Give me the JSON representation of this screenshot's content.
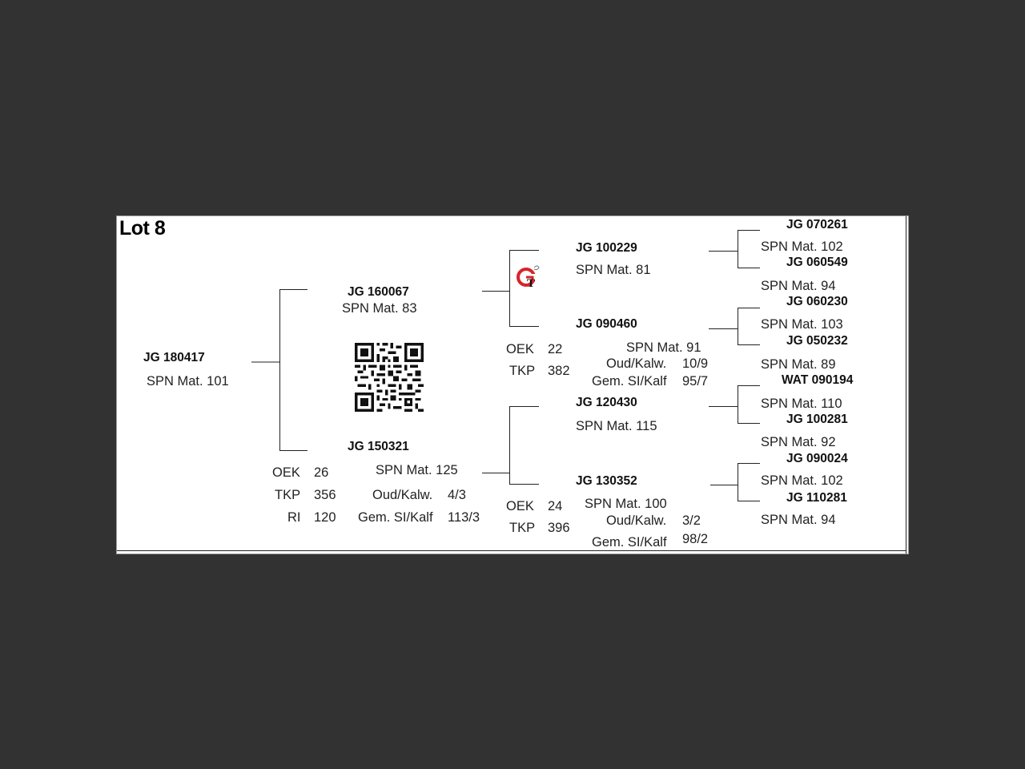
{
  "lot": {
    "title": "Lot 8"
  },
  "subject": {
    "id": "JG  180417",
    "spn": "SPN Mat. 101"
  },
  "sire": {
    "id": "JG  160067",
    "spn": "SPN Mat. 83"
  },
  "dam": {
    "id": "JG  150321",
    "spn": "SPN Mat. 125",
    "stats": {
      "oek_label": "OEK",
      "oek": "26",
      "tkp_label": "TKP",
      "tkp": "356",
      "ri_label": "RI",
      "ri": "120",
      "oud_label": "Oud/Kalw.",
      "oud": "4/3",
      "gem_label": "Gem. SI/Kalf",
      "gem": "113/3"
    }
  },
  "sire_sire": {
    "id": "JG  100229",
    "spn": "SPN Mat. 81"
  },
  "sire_dam": {
    "id": "JG  090460",
    "spn": "SPN Mat. 91",
    "stats": {
      "oek_label": "OEK",
      "oek": "22",
      "tkp_label": "TKP",
      "tkp": "382",
      "oud_label": "Oud/Kalw.",
      "oud": "10/9",
      "gem_label": "Gem. SI/Kalf",
      "gem": "95/7"
    }
  },
  "dam_sire": {
    "id": "JG  120430",
    "spn": "SPN Mat. 115"
  },
  "dam_dam": {
    "id": "JG  130352",
    "spn": "SPN Mat. 100",
    "stats": {
      "oek_label": "OEK",
      "oek": "24",
      "tkp_label": "TKP",
      "tkp": "396",
      "oud_label": "Oud/Kalw.",
      "oud": "3/2",
      "gem_label": "Gem. SI/Kalf",
      "gem": "98/2"
    }
  },
  "gen3": [
    {
      "id": "JG  070261",
      "spn": "SPN Mat. 102"
    },
    {
      "id": "JG  060549",
      "spn": "SPN Mat. 94"
    },
    {
      "id": "JG  060230",
      "spn": "SPN Mat. 103"
    },
    {
      "id": "JG  050232",
      "spn": "SPN Mat. 89"
    },
    {
      "id": "WAT 090194",
      "spn": "SPN Mat. 110"
    },
    {
      "id": "JG  100281",
      "spn": "SPN Mat. 92"
    },
    {
      "id": "JG  090024",
      "spn": "SPN Mat. 102"
    },
    {
      "id": "JG  110281",
      "spn": "SPN Mat. 94"
    }
  ],
  "icons": {
    "qr": "qr-code-icon",
    "logo": "breeder-logo-icon"
  }
}
